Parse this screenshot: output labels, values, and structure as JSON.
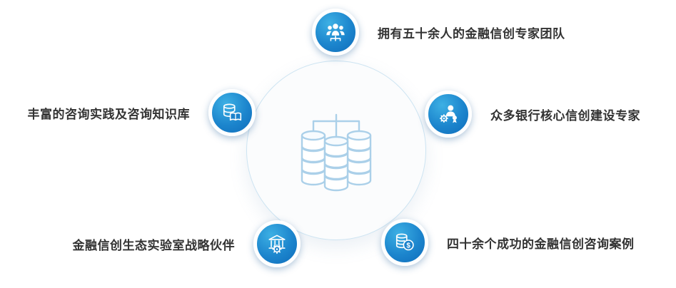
{
  "diagram": {
    "center_icon": "database-cluster-icon",
    "features": [
      {
        "position": "top",
        "icon": "team-icon",
        "label": "拥有五十余人的金融信创专家团队"
      },
      {
        "position": "right",
        "icon": "expert-award-gear-icon",
        "label": "众多银行核心信创建设专家"
      },
      {
        "position": "left",
        "icon": "database-book-icon",
        "label": "丰富的咨询实践及咨询知识库"
      },
      {
        "position": "bottom-left",
        "icon": "bank-gear-icon",
        "label": "金融信创生态实验室战略伙伴"
      },
      {
        "position": "bottom-right",
        "icon": "coins-dollar-icon",
        "label": "四十余个成功的金融信创咨询案例"
      }
    ],
    "colors": {
      "bubble_gradient_start": "#3db0e4",
      "bubble_gradient_end": "#0f6cba",
      "bubble_ring": "#ffffff",
      "center_circle_border": "#cde4f2",
      "center_circle_fill": "#fbfcfd",
      "center_icon_stroke": "#abd0e9",
      "label_text": "#333333",
      "background": "#ffffff"
    }
  }
}
